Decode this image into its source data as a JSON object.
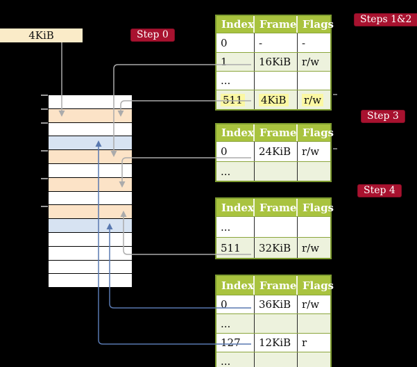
{
  "colors": {
    "background": "#000000",
    "legend_box_bg": "#FAEBC8",
    "step_label_bg": "#A8122F",
    "table_header_bg": "#A9C33F",
    "table_border": "#7E9C30",
    "row_shade_green": "#EDF2DD",
    "highlight_yellow": "#FBF8A3",
    "memory_frame_orange": "#FCE3C7",
    "memory_frame_blue": "#D7E3F2",
    "arrow_gray": "#ABABAB",
    "arrow_blue": "#5878B0"
  },
  "legend_box": {
    "label": "4KiB"
  },
  "steps": {
    "step0": "Step 0",
    "steps_1_2": "Steps 1&2",
    "step3": "Step 3",
    "step4": "Step 4"
  },
  "memory": {
    "rows": [
      "white",
      "orange",
      "white",
      "blue",
      "orange",
      "white",
      "orange",
      "white",
      "orange",
      "blue",
      "white",
      "white",
      "white",
      "white"
    ],
    "ticks": [
      136,
      156,
      176,
      216,
      256,
      296
    ]
  },
  "tables": [
    {
      "headers": [
        "Index",
        "Frame",
        "Flags"
      ],
      "rows": [
        {
          "cells": [
            "0",
            "-",
            "-"
          ]
        },
        {
          "cells": [
            "1",
            "16KiB",
            "r/w"
          ]
        },
        {
          "cells": [
            "...",
            "",
            ""
          ]
        },
        {
          "cells": [
            "511",
            "4KiB",
            "r/w"
          ]
        }
      ]
    },
    {
      "headers": [
        "Index",
        "Frame",
        "Flags"
      ],
      "rows": [
        {
          "cells": [
            "0",
            "24KiB",
            "r/w"
          ]
        },
        {
          "cells": [
            "...",
            "",
            ""
          ]
        }
      ]
    },
    {
      "headers": [
        "Index",
        "Frame",
        "Flags"
      ],
      "rows": [
        {
          "cells": [
            "...",
            "",
            ""
          ]
        },
        {
          "cells": [
            "511",
            "32KiB",
            "r/w"
          ]
        }
      ]
    },
    {
      "headers": [
        "Index",
        "Frame",
        "Flags"
      ],
      "rows": [
        {
          "cells": [
            "0",
            "36KiB",
            "r/w"
          ]
        },
        {
          "cells": [
            "...",
            "",
            ""
          ]
        },
        {
          "cells": [
            "127",
            "12KiB",
            "r"
          ]
        },
        {
          "cells": [
            "...",
            "",
            ""
          ]
        }
      ]
    }
  ]
}
